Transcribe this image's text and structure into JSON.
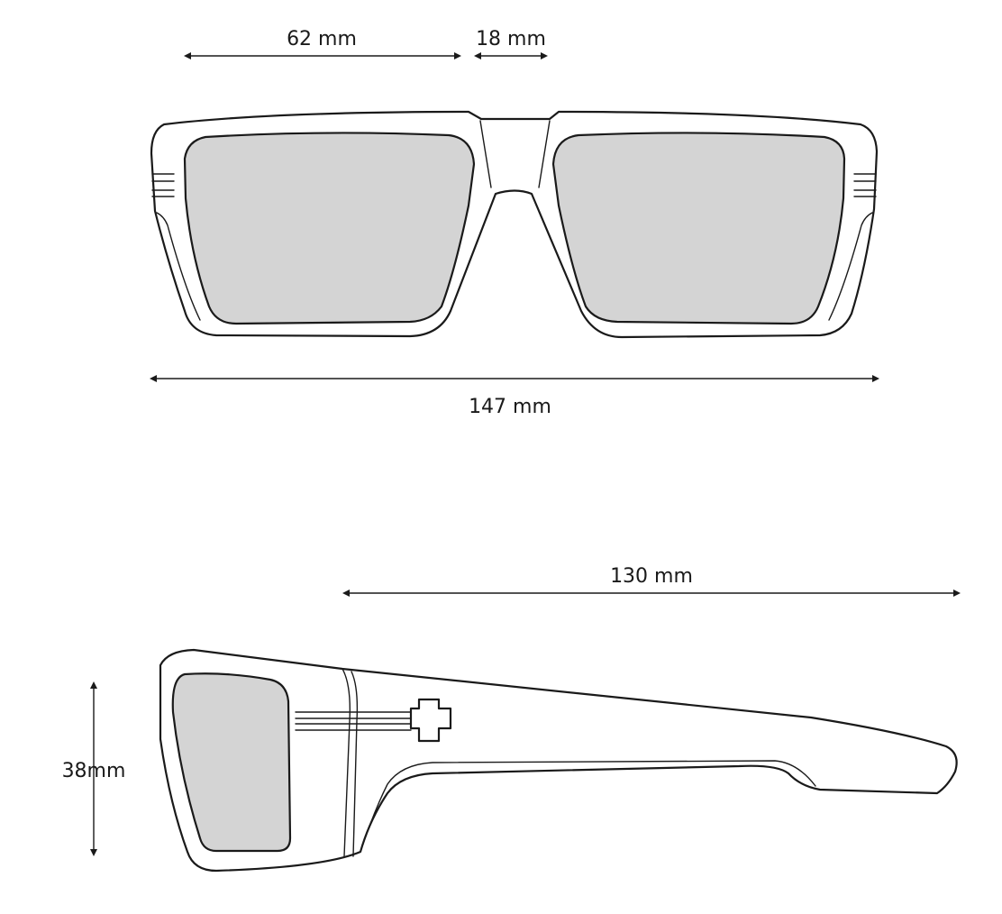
{
  "dimensions": {
    "lens_width": "62 mm",
    "bridge_width": "18 mm",
    "frame_width": "147 mm",
    "temple_length": "130 mm",
    "lens_height": "38mm"
  },
  "colors": {
    "line": "#1a1a1a",
    "lens_fill": "#d4d4d4",
    "background": "#ffffff"
  },
  "icons": {
    "logo": "plus-cross-icon"
  }
}
